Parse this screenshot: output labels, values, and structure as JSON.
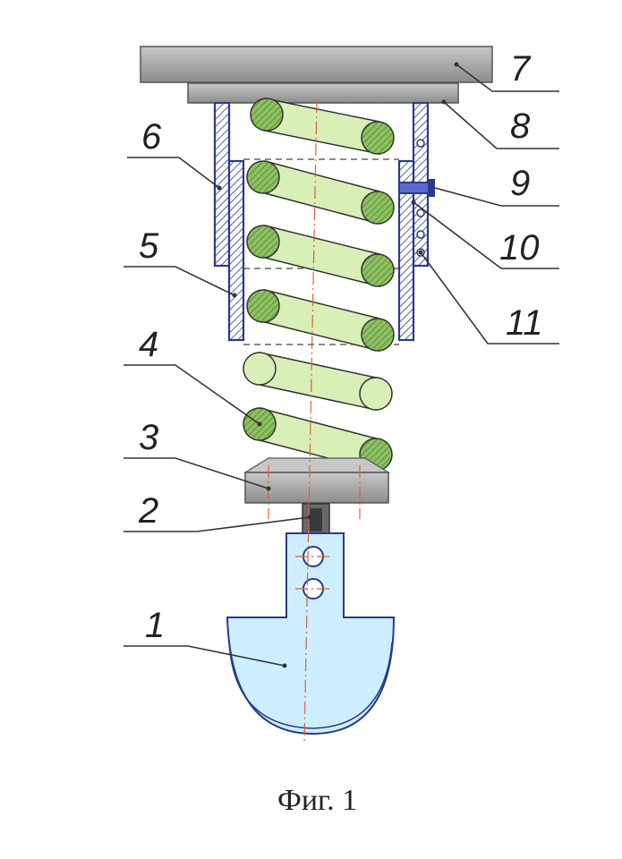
{
  "caption": "Фиг. 1",
  "labels": {
    "l1": "1",
    "l2": "2",
    "l3": "3",
    "l4": "4",
    "l5": "5",
    "l6": "6",
    "l7": "7",
    "l8": "8",
    "l9": "9",
    "l10": "10",
    "l11": "11"
  },
  "colors": {
    "plate": "#a8a8a8",
    "spring": "#d8f0b8",
    "wire_section": "#8cc060",
    "hammer": "#cdeeff",
    "axis": "#e0602f",
    "outline": "#2a3a8a",
    "hatch": "#2a3a8a"
  }
}
